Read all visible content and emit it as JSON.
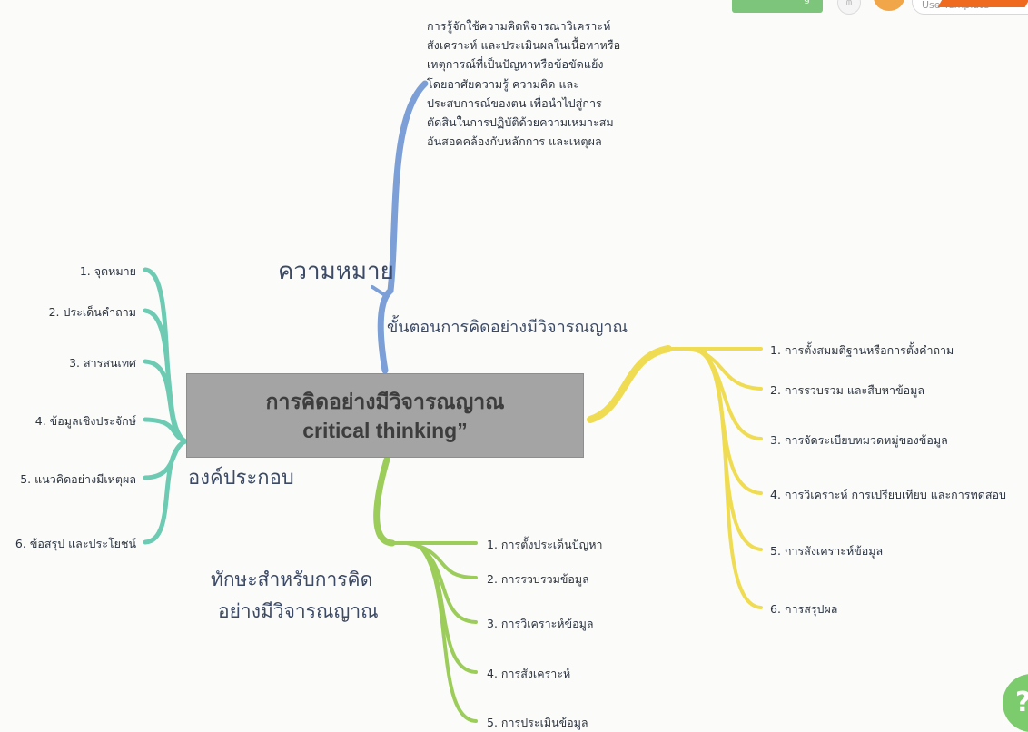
{
  "toolbar": {
    "action_label": "g",
    "icon_1": "share-icon",
    "icon_2": "user-icon",
    "template_label": "Use Template"
  },
  "central": {
    "title_line1": "การคิดอย่างมีวิจารณญาณ",
    "title_line2": "critical thinking”"
  },
  "meaning": {
    "label": "ความหมาย",
    "lines": [
      "การรู้จักใช้ความคิดพิจารณาวิเคราะห์",
      "สังเคราะห์ และประเมินผลในเนื้อหาหรือ",
      "เหตุการณ์ที่เป็นปัญหาหรือข้อขัดแย้ง",
      "โดยอาศัยความรู้ ความคิด และ",
      "ประสบการณ์ของตน เพื่อนำไปสู่การ",
      "ตัดสินในการปฏิบัติด้วยความเหมาะสม",
      "อันสอดคล้องกับหลักการ และเหตุผล"
    ]
  },
  "components": {
    "label": "องค์ประกอบ",
    "items": [
      "1. จุดหมาย",
      "2. ประเด็นคำถาม",
      "3. สารสนเทศ",
      "4. ข้อมูลเชิงประจักษ์",
      "5. แนวคิดอย่างมีเหตุผล",
      "6. ข้อสรุป และประโยชน์"
    ]
  },
  "steps": {
    "label": "ขั้นตอนการคิดอย่างมีวิจารณญาณ",
    "items": [
      "1. การตั้งสมมติฐานหรือการตั้งคำถาม",
      "2. การรวบรวม และสืบหาข้อมูล",
      "3. การจัดระเบียบหมวดหมู่ของข้อมูล",
      "4. การวิเคราะห์ การเปรียบเทียบ และการทดสอบ",
      "5. การสังเคราะห์ข้อมูล",
      "6. การสรุปผล"
    ]
  },
  "skills": {
    "label_line1": "ทักษะสำหรับการคิด",
    "label_line2": "อย่างมีวิจารณญาณ",
    "items": [
      "1. การตั้งประเด็นปัญหา",
      "2. การรวบรวมข้อมูล",
      "3. การวิเคราะห์ข้อมูล",
      "4. การสังเคราะห์",
      "5. การประเมินข้อมูล"
    ]
  },
  "help": {
    "label": "?"
  },
  "colors": {
    "meaning": "#7b9fd6",
    "components": "#6ccbb2",
    "steps": "#f0dc52",
    "skills": "#9ccd5a",
    "central": "#a4a4a4"
  }
}
